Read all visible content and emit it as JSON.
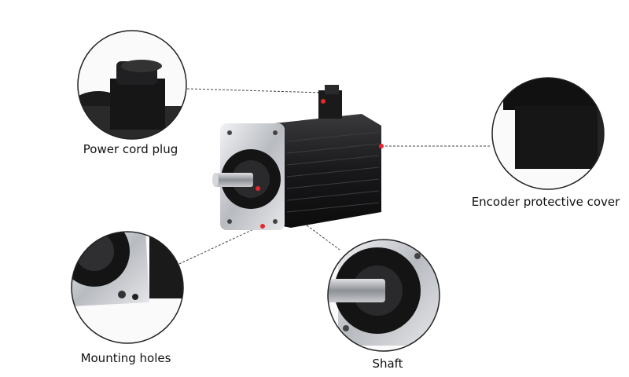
{
  "labels": {
    "power_cord_plug": "Power cord plug",
    "encoder_protective_cover": "Encoder protective cover",
    "mounting_holes": "Mounting holes",
    "shaft": "Shaft"
  },
  "colors": {
    "marker": "#e8262b",
    "motor_body": "#1c1c1e",
    "flange_silver": "#c9cbcf",
    "leader_line": "#444444"
  }
}
